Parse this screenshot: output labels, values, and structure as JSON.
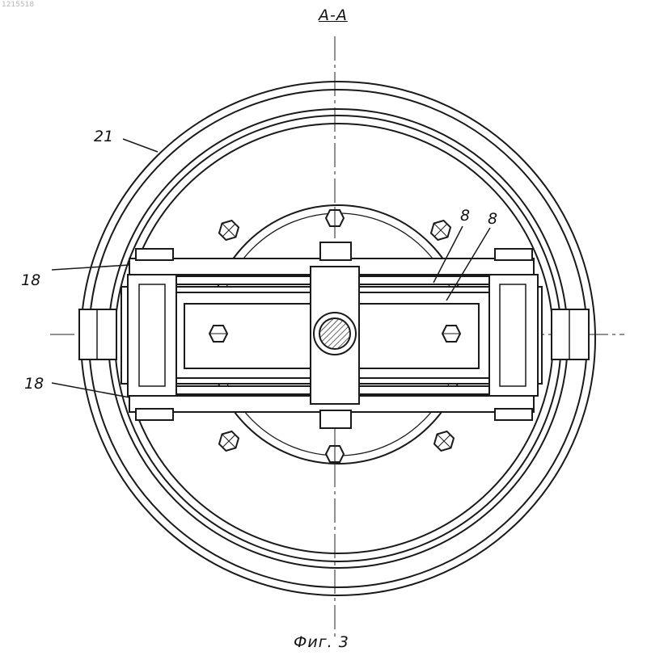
{
  "header": {
    "doc_number": "1215518",
    "section_title": "A-A"
  },
  "callouts": {
    "ring": "21",
    "left_upper": "18",
    "left_lower": "18",
    "right_a": "8",
    "right_b": "8"
  },
  "footer": {
    "caption": "Фиг. 3"
  }
}
